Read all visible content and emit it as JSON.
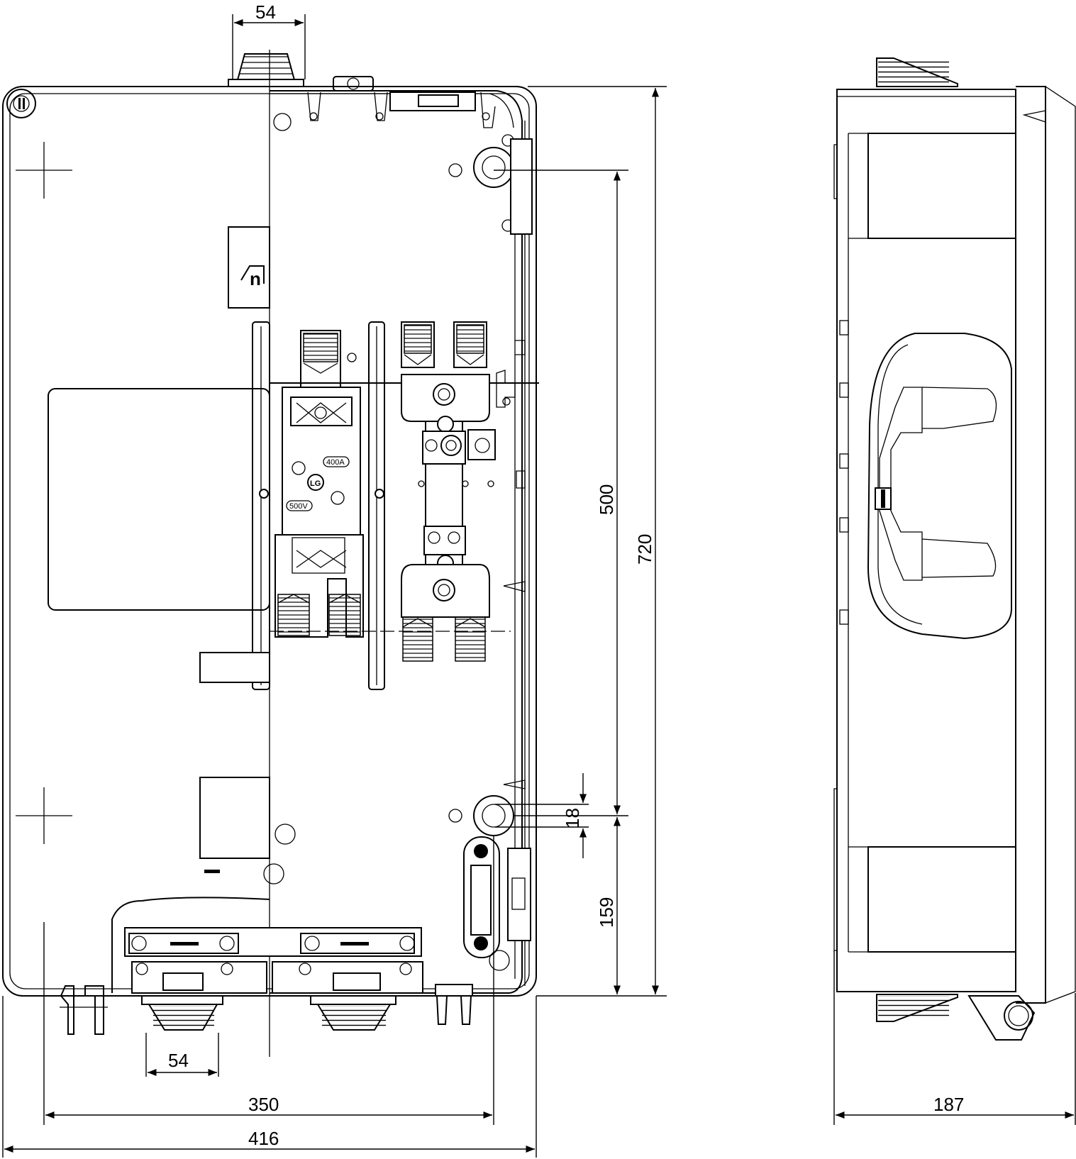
{
  "dimensions": {
    "top_gland_width": "54",
    "bottom_gland_width": "54",
    "mounting_width": "350",
    "overall_width": "416",
    "mounting_height": "500",
    "overall_height": "720",
    "hole_diameter": "18",
    "hole_to_bottom": "159",
    "depth": "187"
  },
  "component_labels": {
    "current_rating": "400A",
    "voltage_rating": "500V",
    "maker_mark": "LG",
    "logo_text": "n"
  }
}
